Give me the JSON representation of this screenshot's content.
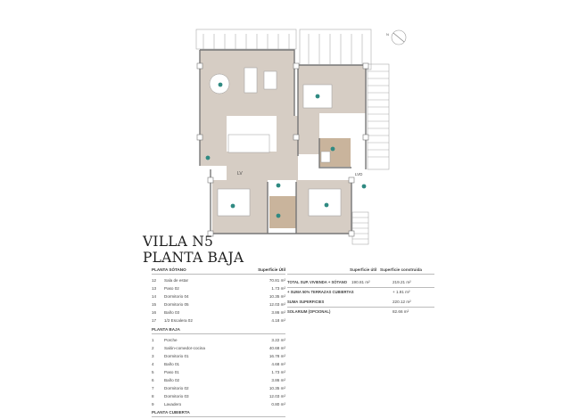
{
  "title": {
    "line1": "VILLA N5",
    "line2": "PLANTA BAJA"
  },
  "plan": {
    "labels": {
      "lv": "LV",
      "lvd": "LVD",
      "north": "N"
    },
    "colors": {
      "room_fill": "#d6cdc4",
      "wet_fill": "#c9b49c",
      "wall": "#7a7a7a",
      "marker": "#2f8a82"
    }
  },
  "left_table": {
    "section_sotano": "PLANTA SÓTANO",
    "col_header": "Superficie Útil",
    "sotano_rows": [
      {
        "num": "12",
        "name": "Sala de estar",
        "value": "70.81 m²"
      },
      {
        "num": "13",
        "name": "Paso 02",
        "value": "1.73 m²"
      },
      {
        "num": "14",
        "name": "Dormitorio 04",
        "value": "10.35 m²"
      },
      {
        "num": "15",
        "name": "Dormitorio 05",
        "value": "12.03 m²"
      },
      {
        "num": "16",
        "name": "Baño 03",
        "value": "3.86 m²"
      },
      {
        "num": "17",
        "name": "1/2 Escalera 02",
        "value": "4.18 m²"
      }
    ],
    "section_baja": "PLANTA BAJA",
    "baja_rows": [
      {
        "num": "1",
        "name": "Porche",
        "value": "3.22 m²"
      },
      {
        "num": "2",
        "name": "Salón-comedor-cocina",
        "value": "40.68 m²"
      },
      {
        "num": "3",
        "name": "Dormitorio 01",
        "value": "16.78 m²"
      },
      {
        "num": "4",
        "name": "Baño 01",
        "value": "4.68 m²"
      },
      {
        "num": "5",
        "name": "Paso 01",
        "value": "1.73 m²"
      },
      {
        "num": "6",
        "name": "Baño 02",
        "value": "3.86 m²"
      },
      {
        "num": "7",
        "name": "Dormitorio 02",
        "value": "10.35 m²"
      },
      {
        "num": "8",
        "name": "Dormitorio 03",
        "value": "12.03 m²"
      },
      {
        "num": "9",
        "name": "Lavadero",
        "value": "0.80 m²"
      }
    ],
    "section_cubierta": "PLANTA CUBIERTA"
  },
  "right_table": {
    "col1_header": "Superficie útil",
    "col2_header": "Superficie construida",
    "rows": [
      {
        "label": "TOTAL SUP. VIVIENDA + SÓTANO",
        "util": "190.81 m²",
        "construida": "219.21 m²"
      },
      {
        "label": "+ SUMA 50% TERRAZAS CUBIERTAS",
        "util": "",
        "construida": "+ 1.91 m²"
      },
      {
        "label": "SUMA SUPERFICIES",
        "util": "",
        "construida": "220.12 m²"
      },
      {
        "label": "SOLARIUM (OPCIONAL)",
        "util": "",
        "construida": "82.66 m²"
      }
    ]
  }
}
